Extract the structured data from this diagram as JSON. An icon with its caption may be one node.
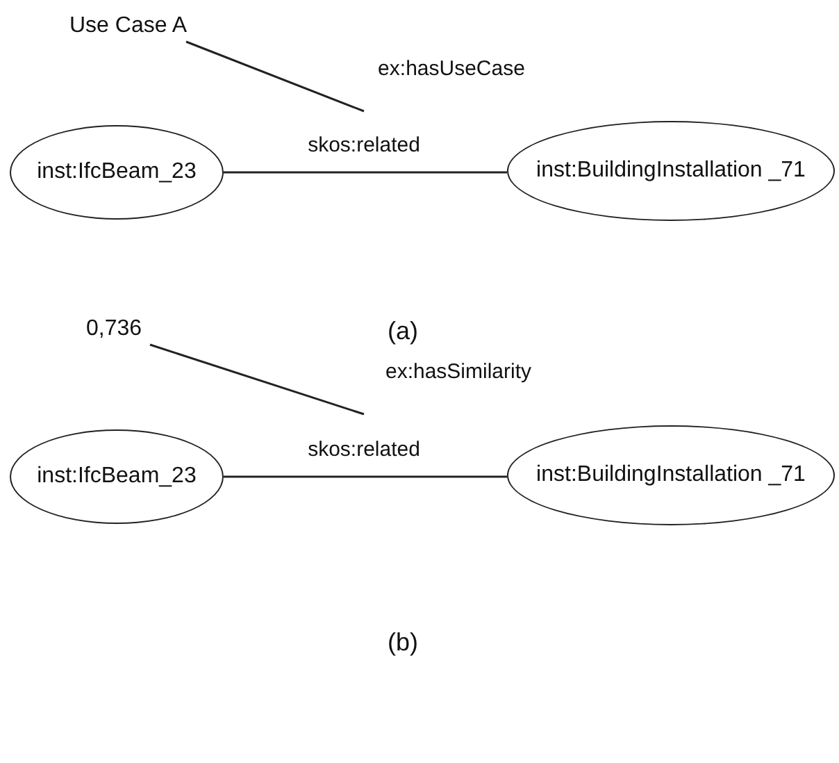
{
  "diagram": {
    "nodes": [
      {
        "text": [
          "Use Case A"
        ]
      },
      {
        "text": [
          "inst:IfcBeam_23"
        ]
      },
      {
        "text": [
          "inst:BuildingInstallation _71"
        ]
      },
      {
        "text": [
          "0,736"
        ]
      },
      {
        "text": [
          "inst:IfcBeam_23"
        ]
      },
      {
        "text": [
          "inst:BuildingInstallation _71"
        ]
      }
    ],
    "edges": [
      {
        "from": 1,
        "to": 2,
        "arrow": "none",
        "label": "skos:related"
      },
      {
        "from": 0,
        "to": null,
        "arrow": "none",
        "label": "ex:hasUseCase"
      },
      {
        "from": 4,
        "to": 5,
        "arrow": "none",
        "label": "skos:related"
      },
      {
        "from": 3,
        "to": null,
        "arrow": "none",
        "label": "ex:hasSimilarity"
      }
    ],
    "labels": [
      "(a)",
      "(b)"
    ]
  }
}
